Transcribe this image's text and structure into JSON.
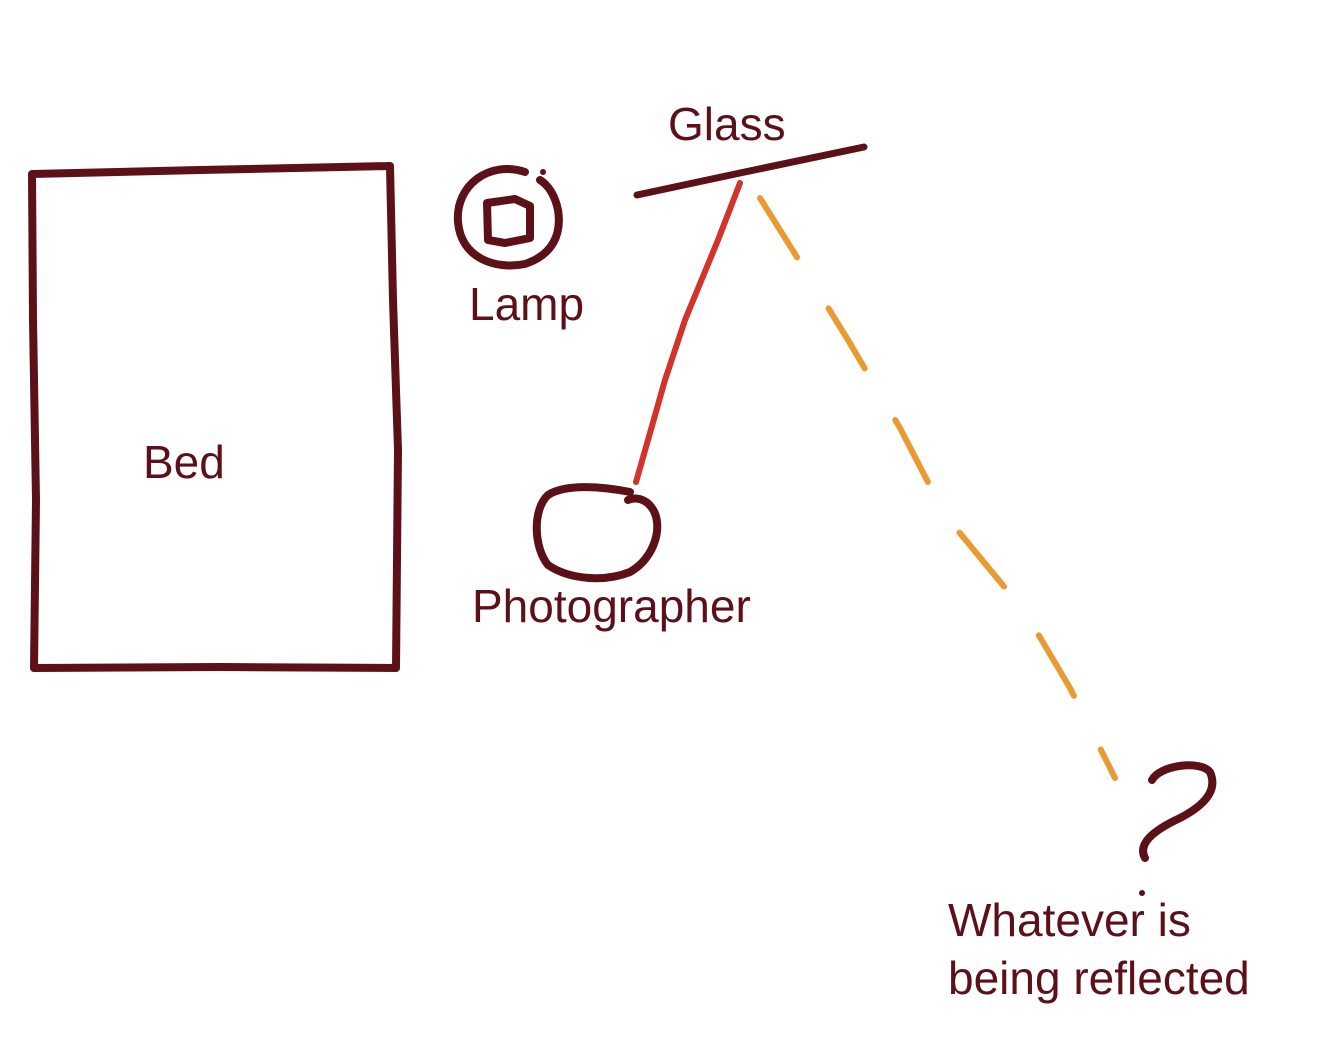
{
  "labels": {
    "glass": "Glass",
    "lamp": "Lamp",
    "bed": "Bed",
    "photographer": "Photographer",
    "reflected_line1": "Whatever is",
    "reflected_line2": "being reflected"
  },
  "colors": {
    "ink": "#5c1018",
    "sightline": "#d2332a",
    "reflection": "#e99a33",
    "background": "#ffffff"
  }
}
